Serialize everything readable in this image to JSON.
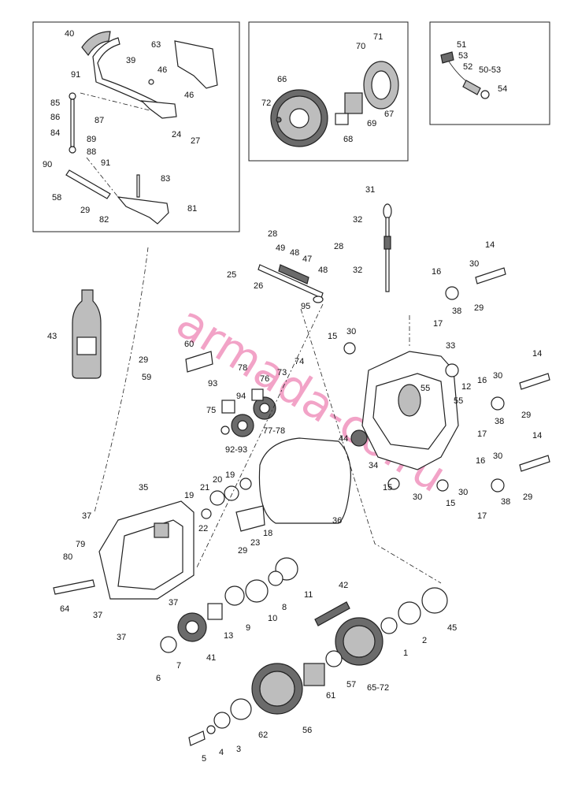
{
  "watermark": "armada-co.ru",
  "insets": {
    "linkage_labels": [
      "40",
      "63",
      "39",
      "46",
      "91",
      "85",
      "86",
      "87",
      "84",
      "89",
      "88",
      "90",
      "91",
      "46",
      "24",
      "27",
      "83",
      "58",
      "29",
      "82",
      "81"
    ],
    "gear_set_labels": [
      "71",
      "70",
      "66",
      "72",
      "67",
      "69",
      "68"
    ],
    "gear_set_group_label": "65-72",
    "sensor_labels": [
      "51",
      "53",
      "52",
      "50-53",
      "54"
    ]
  },
  "bottle_label": "43",
  "oil_icon": "droplet",
  "callouts": {
    "shaft_labels": [
      "28",
      "49",
      "48",
      "47",
      "48",
      "25",
      "26",
      "95"
    ],
    "dipstick_labels": [
      "31",
      "32",
      "28",
      "32"
    ],
    "right_mount_labels": [
      "14",
      "30",
      "16",
      "17",
      "38",
      "29",
      "15",
      "30",
      "33",
      "12",
      "55",
      "55",
      "14",
      "30",
      "16",
      "17",
      "38",
      "29",
      "14",
      "30",
      "16",
      "15",
      "30",
      "34",
      "44",
      "15",
      "30",
      "17",
      "38",
      "29"
    ],
    "center_labels": [
      "60",
      "29",
      "59",
      "78",
      "74",
      "73",
      "93",
      "76",
      "94",
      "75",
      "77-78",
      "92-93",
      "36"
    ],
    "left_cover_labels": [
      "35",
      "20",
      "19",
      "19",
      "21",
      "22",
      "18",
      "23",
      "29",
      "37",
      "79",
      "80",
      "64",
      "37",
      "37",
      "37"
    ],
    "bottom_labels": [
      "11",
      "8",
      "10",
      "9",
      "13",
      "41",
      "7",
      "6",
      "42",
      "1",
      "2",
      "45",
      "65-72",
      "57",
      "61",
      "56",
      "62",
      "3",
      "4",
      "5"
    ]
  }
}
